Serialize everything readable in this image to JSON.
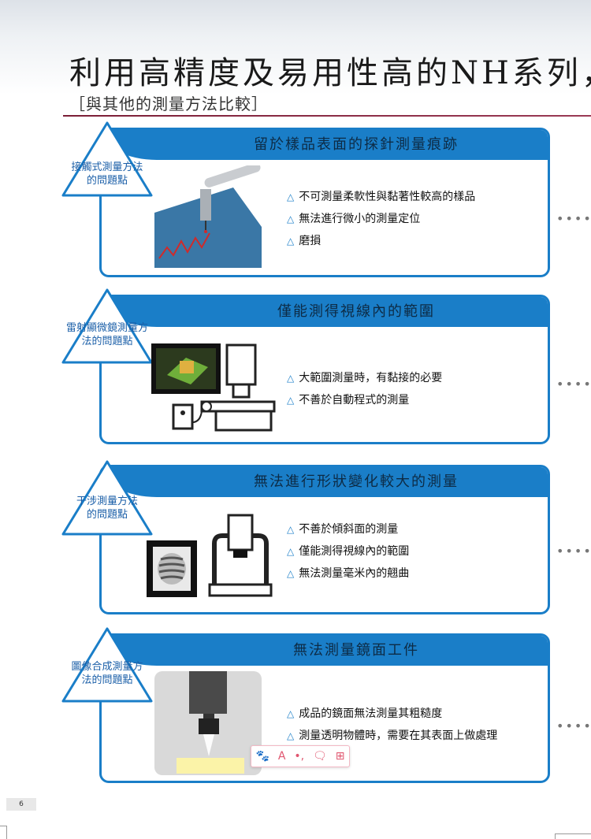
{
  "page": {
    "title": "利用高精度及易用性高的NH系列，",
    "subtitle": "［與其他的測量方法比較］",
    "page_number": "6"
  },
  "methods": [
    {
      "label_lines": [
        "接觸式測量方法",
        "的問題點"
      ],
      "headline": "留於樣品表面的探針測量痕跡",
      "bullets": [
        "不可測量柔軟性與黏著性較高的樣品",
        "無法進行微小的測量定位",
        "磨損"
      ]
    },
    {
      "label_lines": [
        "雷射顯微鏡測量方",
        "法的問題點"
      ],
      "headline": "僅能測得視線內的範圍",
      "bullets": [
        "大範圍測量時，有黏接的必要",
        "不善於自動程式的測量"
      ]
    },
    {
      "label_lines": [
        "干涉測量方法",
        "的問題點"
      ],
      "headline": "無法進行形狀變化較大的測量",
      "bullets": [
        "不善於傾斜面的測量",
        "僅能測得視線內的範圍",
        "無法測量毫米內的翹曲"
      ]
    },
    {
      "label_lines": [
        "圖像合成測量方",
        "法的問題點"
      ],
      "headline": "無法測量鏡面工件",
      "bullets": [
        "成品的鏡面無法測量其粗糙度",
        "測量透明物體時，需要在其表面上做處理"
      ]
    }
  ],
  "ellipsis": "••••",
  "bullet_marker": "△",
  "toolbar": {
    "icons": [
      "paw-icon",
      "text-icon",
      "comma-icon",
      "comment-icon",
      "grid-icon"
    ],
    "glyphs": [
      "🐾",
      "A",
      "•,",
      "🗨",
      "⊞"
    ]
  },
  "colors": {
    "accent": "#1a7ec8",
    "rule": "#7b1e36",
    "label": "#1b5fa8"
  }
}
